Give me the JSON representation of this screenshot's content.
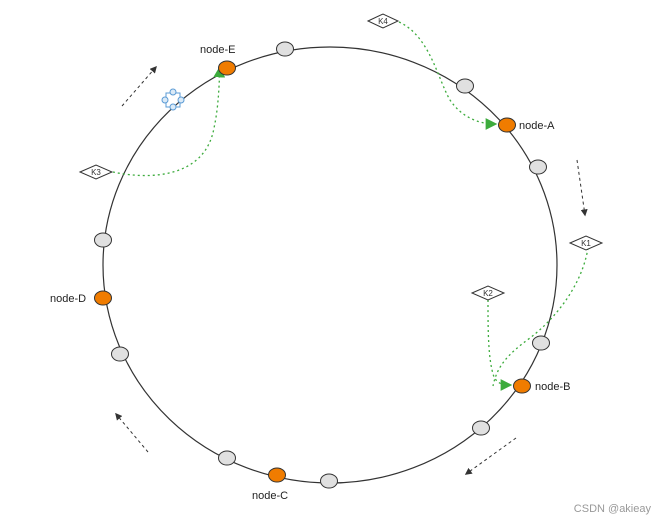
{
  "diagram": {
    "nodes": [
      {
        "id": "node-A",
        "label": "node-A"
      },
      {
        "id": "node-B",
        "label": "node-B"
      },
      {
        "id": "node-C",
        "label": "node-C"
      },
      {
        "id": "node-D",
        "label": "node-D"
      },
      {
        "id": "node-E",
        "label": "node-E"
      }
    ],
    "keys": [
      {
        "id": "K1",
        "label": "K1",
        "target": "node-B"
      },
      {
        "id": "K2",
        "label": "K2",
        "target": "node-B"
      },
      {
        "id": "K3",
        "label": "K3",
        "target": "node-E"
      },
      {
        "id": "K4",
        "label": "K4",
        "target": "node-A"
      }
    ],
    "colors": {
      "ring": "#333333",
      "real_node": "#f07c00",
      "virtual_node": "#e0e0e0",
      "mapping_arrow": "#3cab3c",
      "direction_arrow": "#333333"
    }
  },
  "watermark": "CSDN @akieay"
}
